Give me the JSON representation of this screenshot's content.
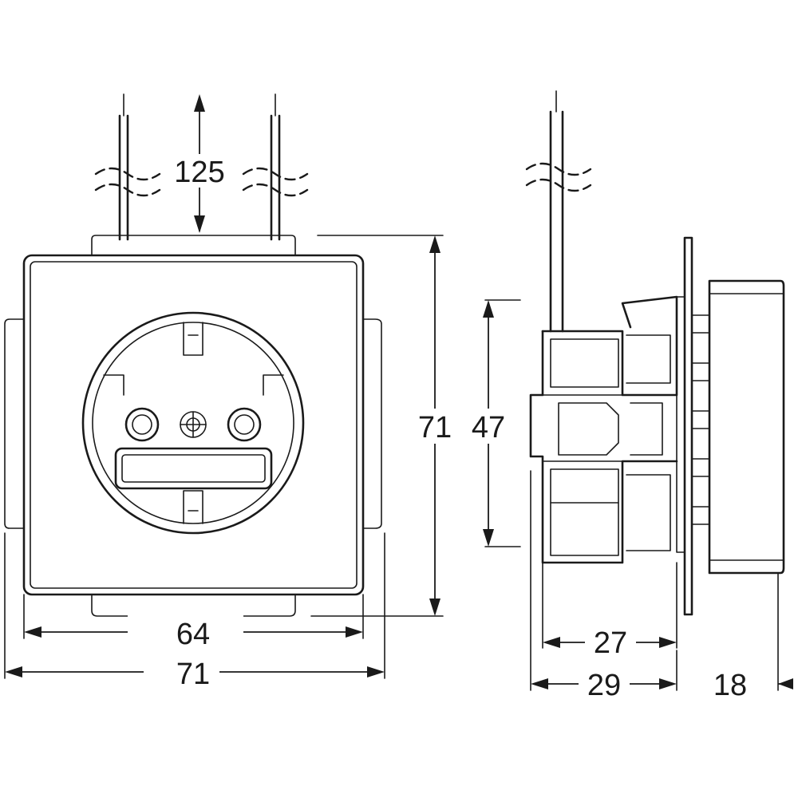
{
  "dimensions": {
    "cable_spacing": "125",
    "front_height": "71",
    "front_inner_width": "64",
    "front_width": "71",
    "side_height": "47",
    "side_depth_27": "27",
    "side_depth_29": "29",
    "side_depth_18": "18"
  }
}
